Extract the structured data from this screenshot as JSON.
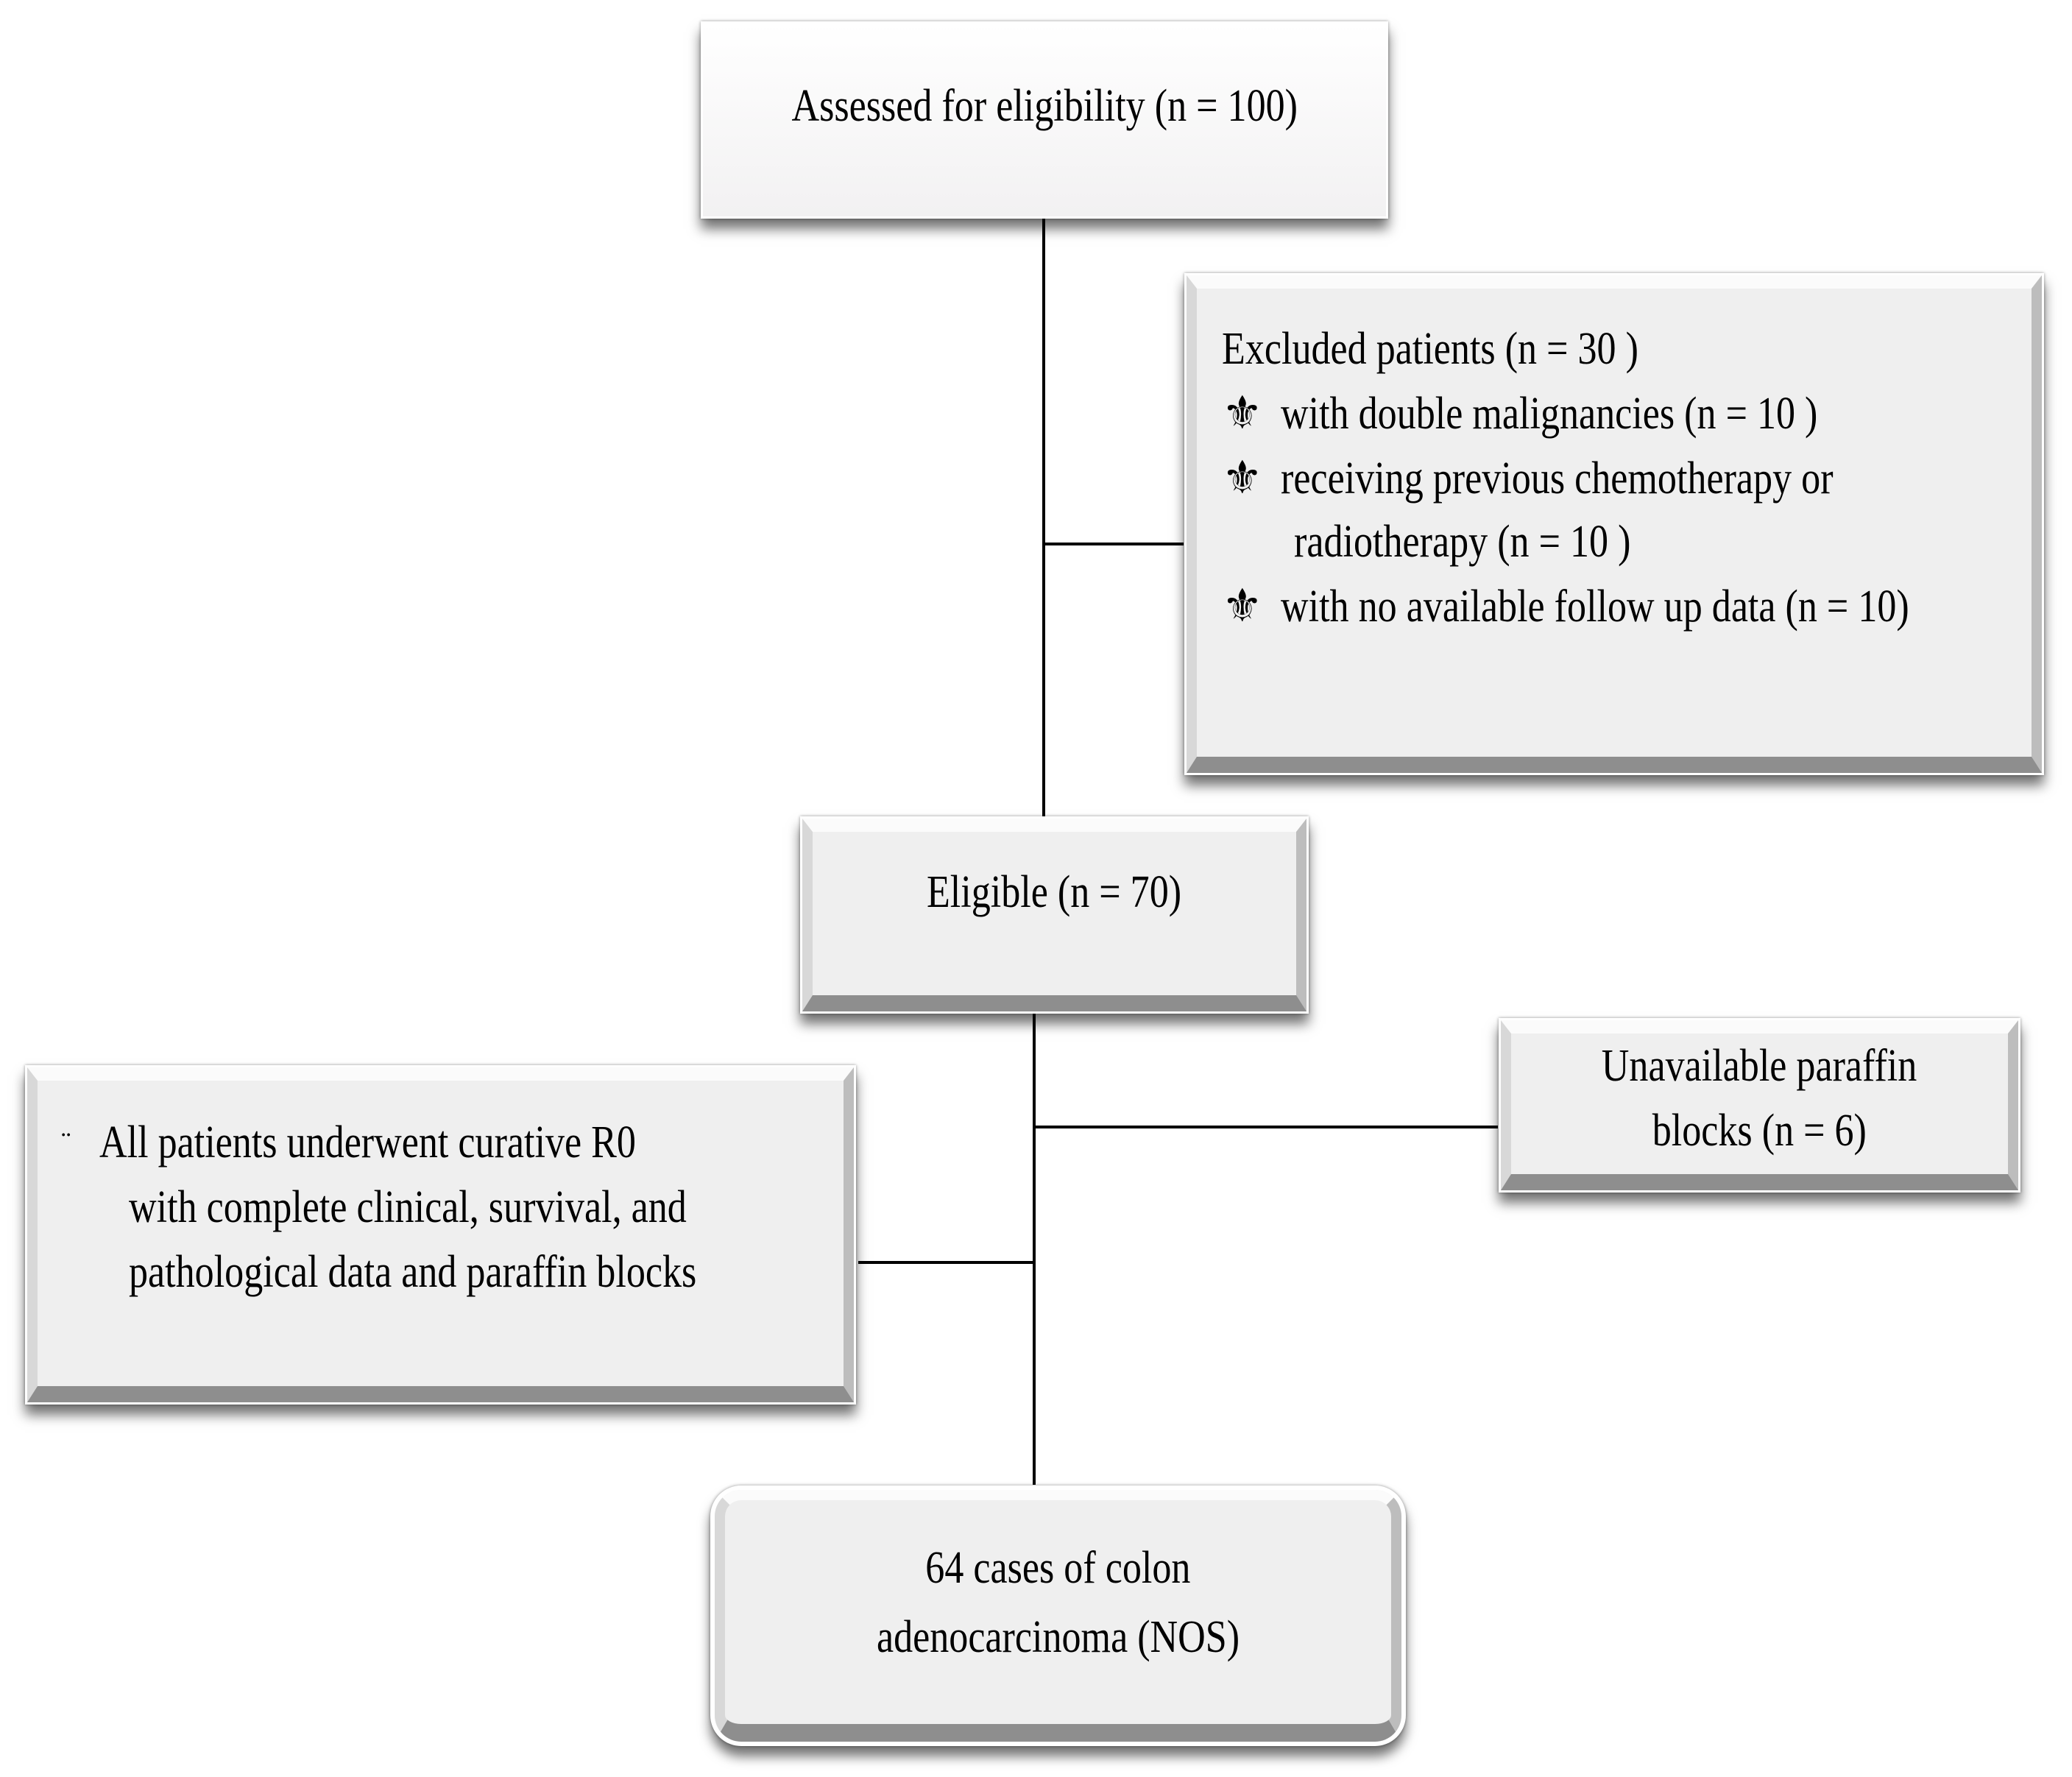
{
  "assessed": {
    "label": "Assessed for eligibility (n = 100)"
  },
  "excluded": {
    "title": "Excluded  patients (n = 30 )",
    "bullet_icon": "fleur-de-lis",
    "items": [
      {
        "bullet": "⚜",
        "lines": [
          "with double malignancies  (n = 10 )"
        ]
      },
      {
        "bullet": "⚜",
        "lines": [
          "receiving previous chemotherapy or",
          "radiotherapy (n = 10 )"
        ]
      },
      {
        "bullet": "⚜",
        "lines": [
          "with no available follow up data (n = 10)"
        ]
      }
    ]
  },
  "eligible": {
    "label": "Eligible (n = 70)"
  },
  "unavailable": {
    "lines": [
      "Unavailable paraffin",
      "blocks (n = 6)"
    ]
  },
  "all_patients": {
    "bullet": "¨",
    "lines": [
      "All  patients underwent curative R0",
      "with complete clinical, survival, and",
      "pathological data and paraffin blocks"
    ]
  },
  "final": {
    "lines": [
      "64 cases of colon",
      "adenocarcinoma (NOS)"
    ]
  }
}
